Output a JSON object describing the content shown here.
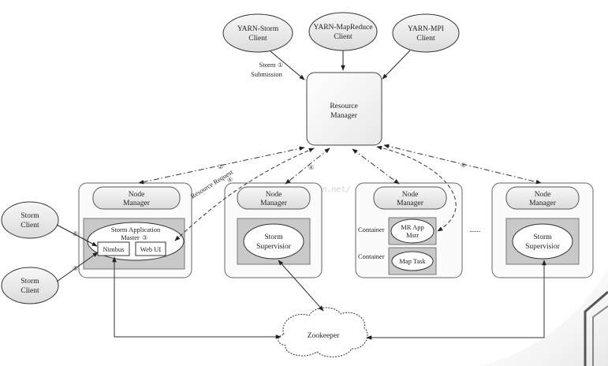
{
  "clients": {
    "yarn_storm": [
      "YARN-Storm",
      "Client"
    ],
    "yarn_mapreduce": [
      "YARN-MapReduce",
      "Client"
    ],
    "yarn_mpi": [
      "YARN-MPI",
      "Client"
    ]
  },
  "storm_submission": {
    "line1": "Storm",
    "line2": "Submission",
    "step": "①"
  },
  "resource_manager": [
    "Resource",
    "Manager"
  ],
  "node_manager": [
    "Node",
    "Manager"
  ],
  "storm_app_master": {
    "line1": "Storm Application",
    "line2": "Master",
    "step": "③"
  },
  "nimbus": "Nimbus",
  "web_ui": "Web UI",
  "storm_supervisor": [
    "Storm",
    "Supervisior"
  ],
  "container": "Container",
  "mr_app_master": [
    "MR App",
    "Mstr"
  ],
  "map_task": "Map Task",
  "ellipsis": "......",
  "zookeeper": "Zookeeper",
  "storm_client": [
    "Storm",
    "Client"
  ],
  "resource_request": "Resource Request",
  "steps": {
    "two": "②",
    "four": "④",
    "five": "⑤"
  },
  "watermark": "http://blog.csdn.net/"
}
